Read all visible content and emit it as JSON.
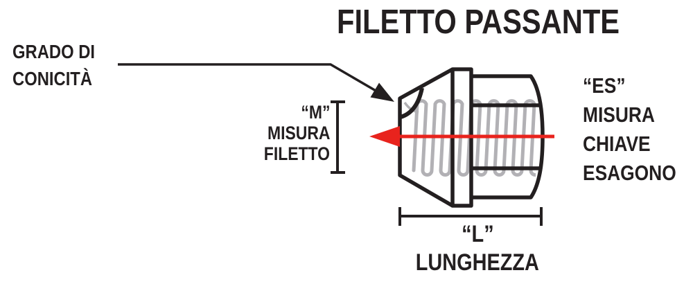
{
  "title": "FILETTO PASSANTE",
  "annotations": {
    "taper": {
      "lines": [
        "GRADO DI",
        "CONICITÀ"
      ]
    },
    "thread": {
      "lines": [
        "“M”",
        "MISURA",
        "FILETTO"
      ]
    },
    "hex": {
      "lines": [
        "“ES”",
        "MISURA",
        "CHIAVE",
        "ESAGONO"
      ]
    },
    "length": {
      "lines": [
        "“L”",
        "LUNGHEZZA"
      ]
    }
  },
  "colors": {
    "ink": "#231f20",
    "thread_gray": "#b2b1b5",
    "arrow_red": "#e8231d",
    "background": "#ffffff"
  }
}
